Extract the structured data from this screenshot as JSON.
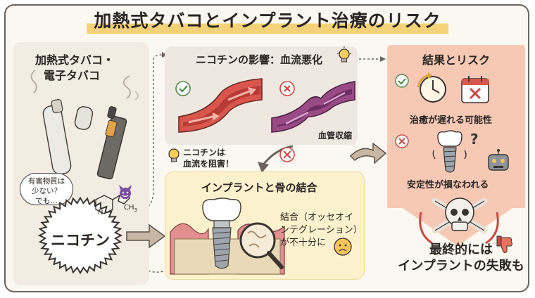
{
  "title": "加熱式タバコとインプラント治療のリスク",
  "left": {
    "heading_line1": "加熱式タバコ・",
    "heading_line2": "電子タバコ",
    "bubble_line1": "有害物質は",
    "bubble_line2": "少ない？",
    "bubble_line3": "でも…",
    "nicotine": "ニコチン",
    "chem_n": "N",
    "chem_ch3": "CH",
    "chem_sub": "3"
  },
  "nicotine_panel": {
    "heading": "ニコチンの影響：血流悪化",
    "constriction": "血管収縮",
    "note_line1": "ニコチンは",
    "note_line2": "血流を阻害！"
  },
  "bone_panel": {
    "heading": "インプラントと骨の結合",
    "text_line1": "結合（オッセオイ",
    "text_line2": "ンテグレーション）",
    "text_line3": "が不十分に"
  },
  "result_panel": {
    "heading": "結果とリスク",
    "delay": "治癒が遅れる可能性",
    "stability": "安定性が損なわれる",
    "final_line1": "最終的には",
    "final_line2": "インプラントの失敗も"
  },
  "colors": {
    "vessel_red": "#c9453f",
    "vessel_purple": "#8a3f78",
    "check_green": "#4f8a4a",
    "cross_red": "#c84a46",
    "result_bg": "#f7c9b5",
    "bone_panel_bg": "#fbf1cd",
    "title_underline": "#f3d27a"
  }
}
